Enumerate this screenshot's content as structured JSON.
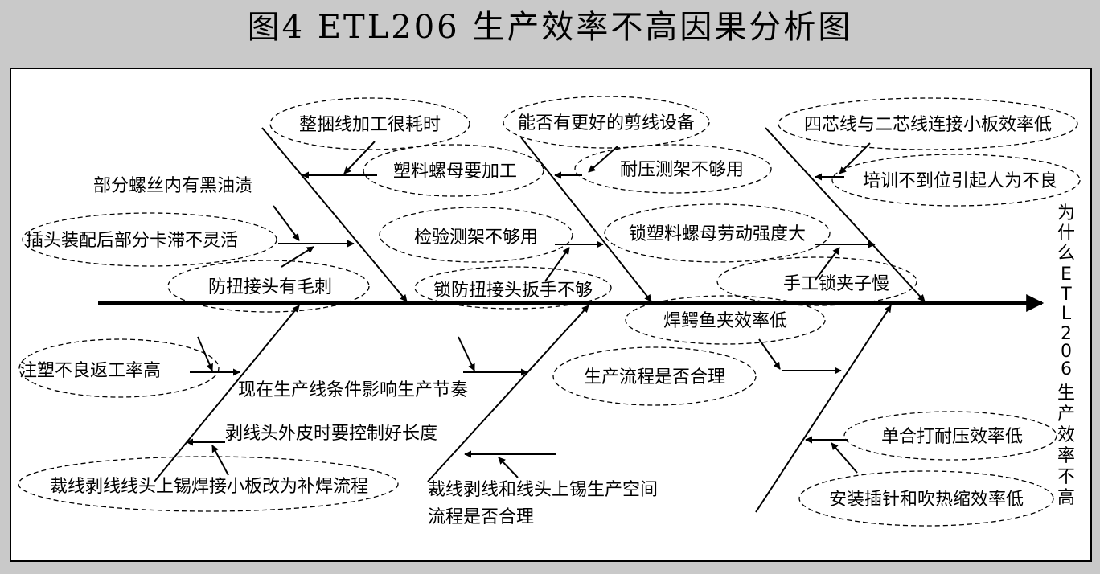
{
  "title": "图4 ETL206 生产效率不高因果分析图",
  "effect_chars": [
    "为",
    "什",
    "么",
    "E",
    "T",
    "L",
    "2",
    "0",
    "6",
    "",
    "生",
    "产",
    "效",
    "率",
    "不",
    "高"
  ],
  "causes": {
    "c1": "整捆线加工很耗时",
    "c2": "塑料螺母要加工",
    "c3": "部分螺丝内有黑油渍",
    "c4": "插头装配后部分卡滞不灵活",
    "c5": "防扭接头有毛刺",
    "c6": "能否有更好的剪线设备",
    "c7": "耐压测架不够用",
    "c8": "检验测架不够用",
    "c9": "锁塑料螺母劳动强度大",
    "c10": "锁防扭接头扳手不够",
    "c11": "四芯线与二芯线连接小板效率低",
    "c12": "培训不到位引起人为不良",
    "c13": "手工锁夹子慢",
    "c14": "焊鳄鱼夹效率低",
    "c15": "注塑不良返工率高",
    "c16": "现在生产线条件影响生产节奏",
    "c17": "生产流程是否合理",
    "c18": "剥线头外皮时要控制好长度",
    "c19": "裁线剥线线头上锡焊接小板改为补焊流程",
    "c20a": "裁线剥线和线头上锡生产空间",
    "c20b": "流程是否合理",
    "c21": "单合打耐压效率低",
    "c22": "安装插针和吹热缩效率低"
  }
}
